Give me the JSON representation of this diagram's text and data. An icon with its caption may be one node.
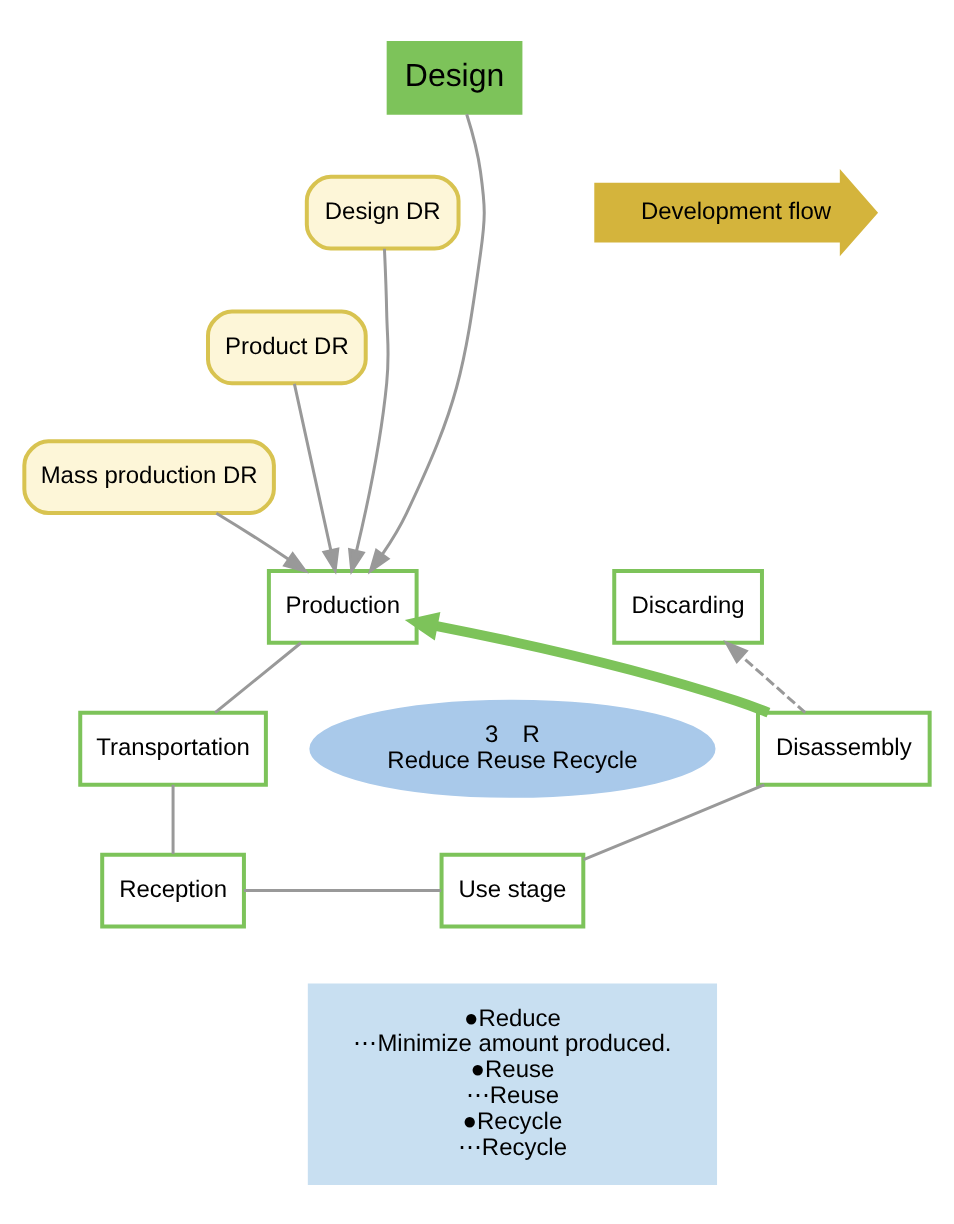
{
  "diagram": {
    "nodes": [
      {
        "text": [
          "Design"
        ]
      },
      {
        "text": [
          "Design DR"
        ]
      },
      {
        "text": [
          "Product DR"
        ]
      },
      {
        "text": [
          "Mass production DR"
        ]
      },
      {
        "text": [
          "Development flow"
        ]
      },
      {
        "text": [
          "Discarding"
        ]
      },
      {
        "text": [
          "Production"
        ]
      },
      {
        "text": [
          "Transportation"
        ]
      },
      {
        "text": [
          "Disassembly"
        ]
      },
      {
        "text": [
          "3　R",
          "Reduce Reuse Recycle"
        ]
      },
      {
        "text": [
          "Reception"
        ]
      },
      {
        "text": [
          "Use stage"
        ]
      },
      {
        "text": [
          "●Reduce",
          "⋯Minimize amount produced.",
          "●Reuse",
          "⋯Reuse",
          "●Recycle",
          "⋯Recycle"
        ]
      }
    ],
    "edges": [
      {
        "from": 0,
        "to": 6,
        "arrow": "to"
      },
      {
        "from": 1,
        "to": 6,
        "arrow": "to"
      },
      {
        "from": 2,
        "to": 6,
        "arrow": "to"
      },
      {
        "from": 3,
        "to": 6,
        "arrow": "to"
      },
      {
        "from": 6,
        "to": 7,
        "arrow": "none"
      },
      {
        "from": 7,
        "to": 10,
        "arrow": "none"
      },
      {
        "from": 10,
        "to": 11,
        "arrow": "none"
      },
      {
        "from": 11,
        "to": 8,
        "arrow": "none"
      },
      {
        "from": 8,
        "to": 6,
        "arrow": "to",
        "style": "thick",
        "color": "#7dc35a"
      },
      {
        "from": 8,
        "to": 5,
        "arrow": "to",
        "style": "dashed"
      }
    ]
  }
}
